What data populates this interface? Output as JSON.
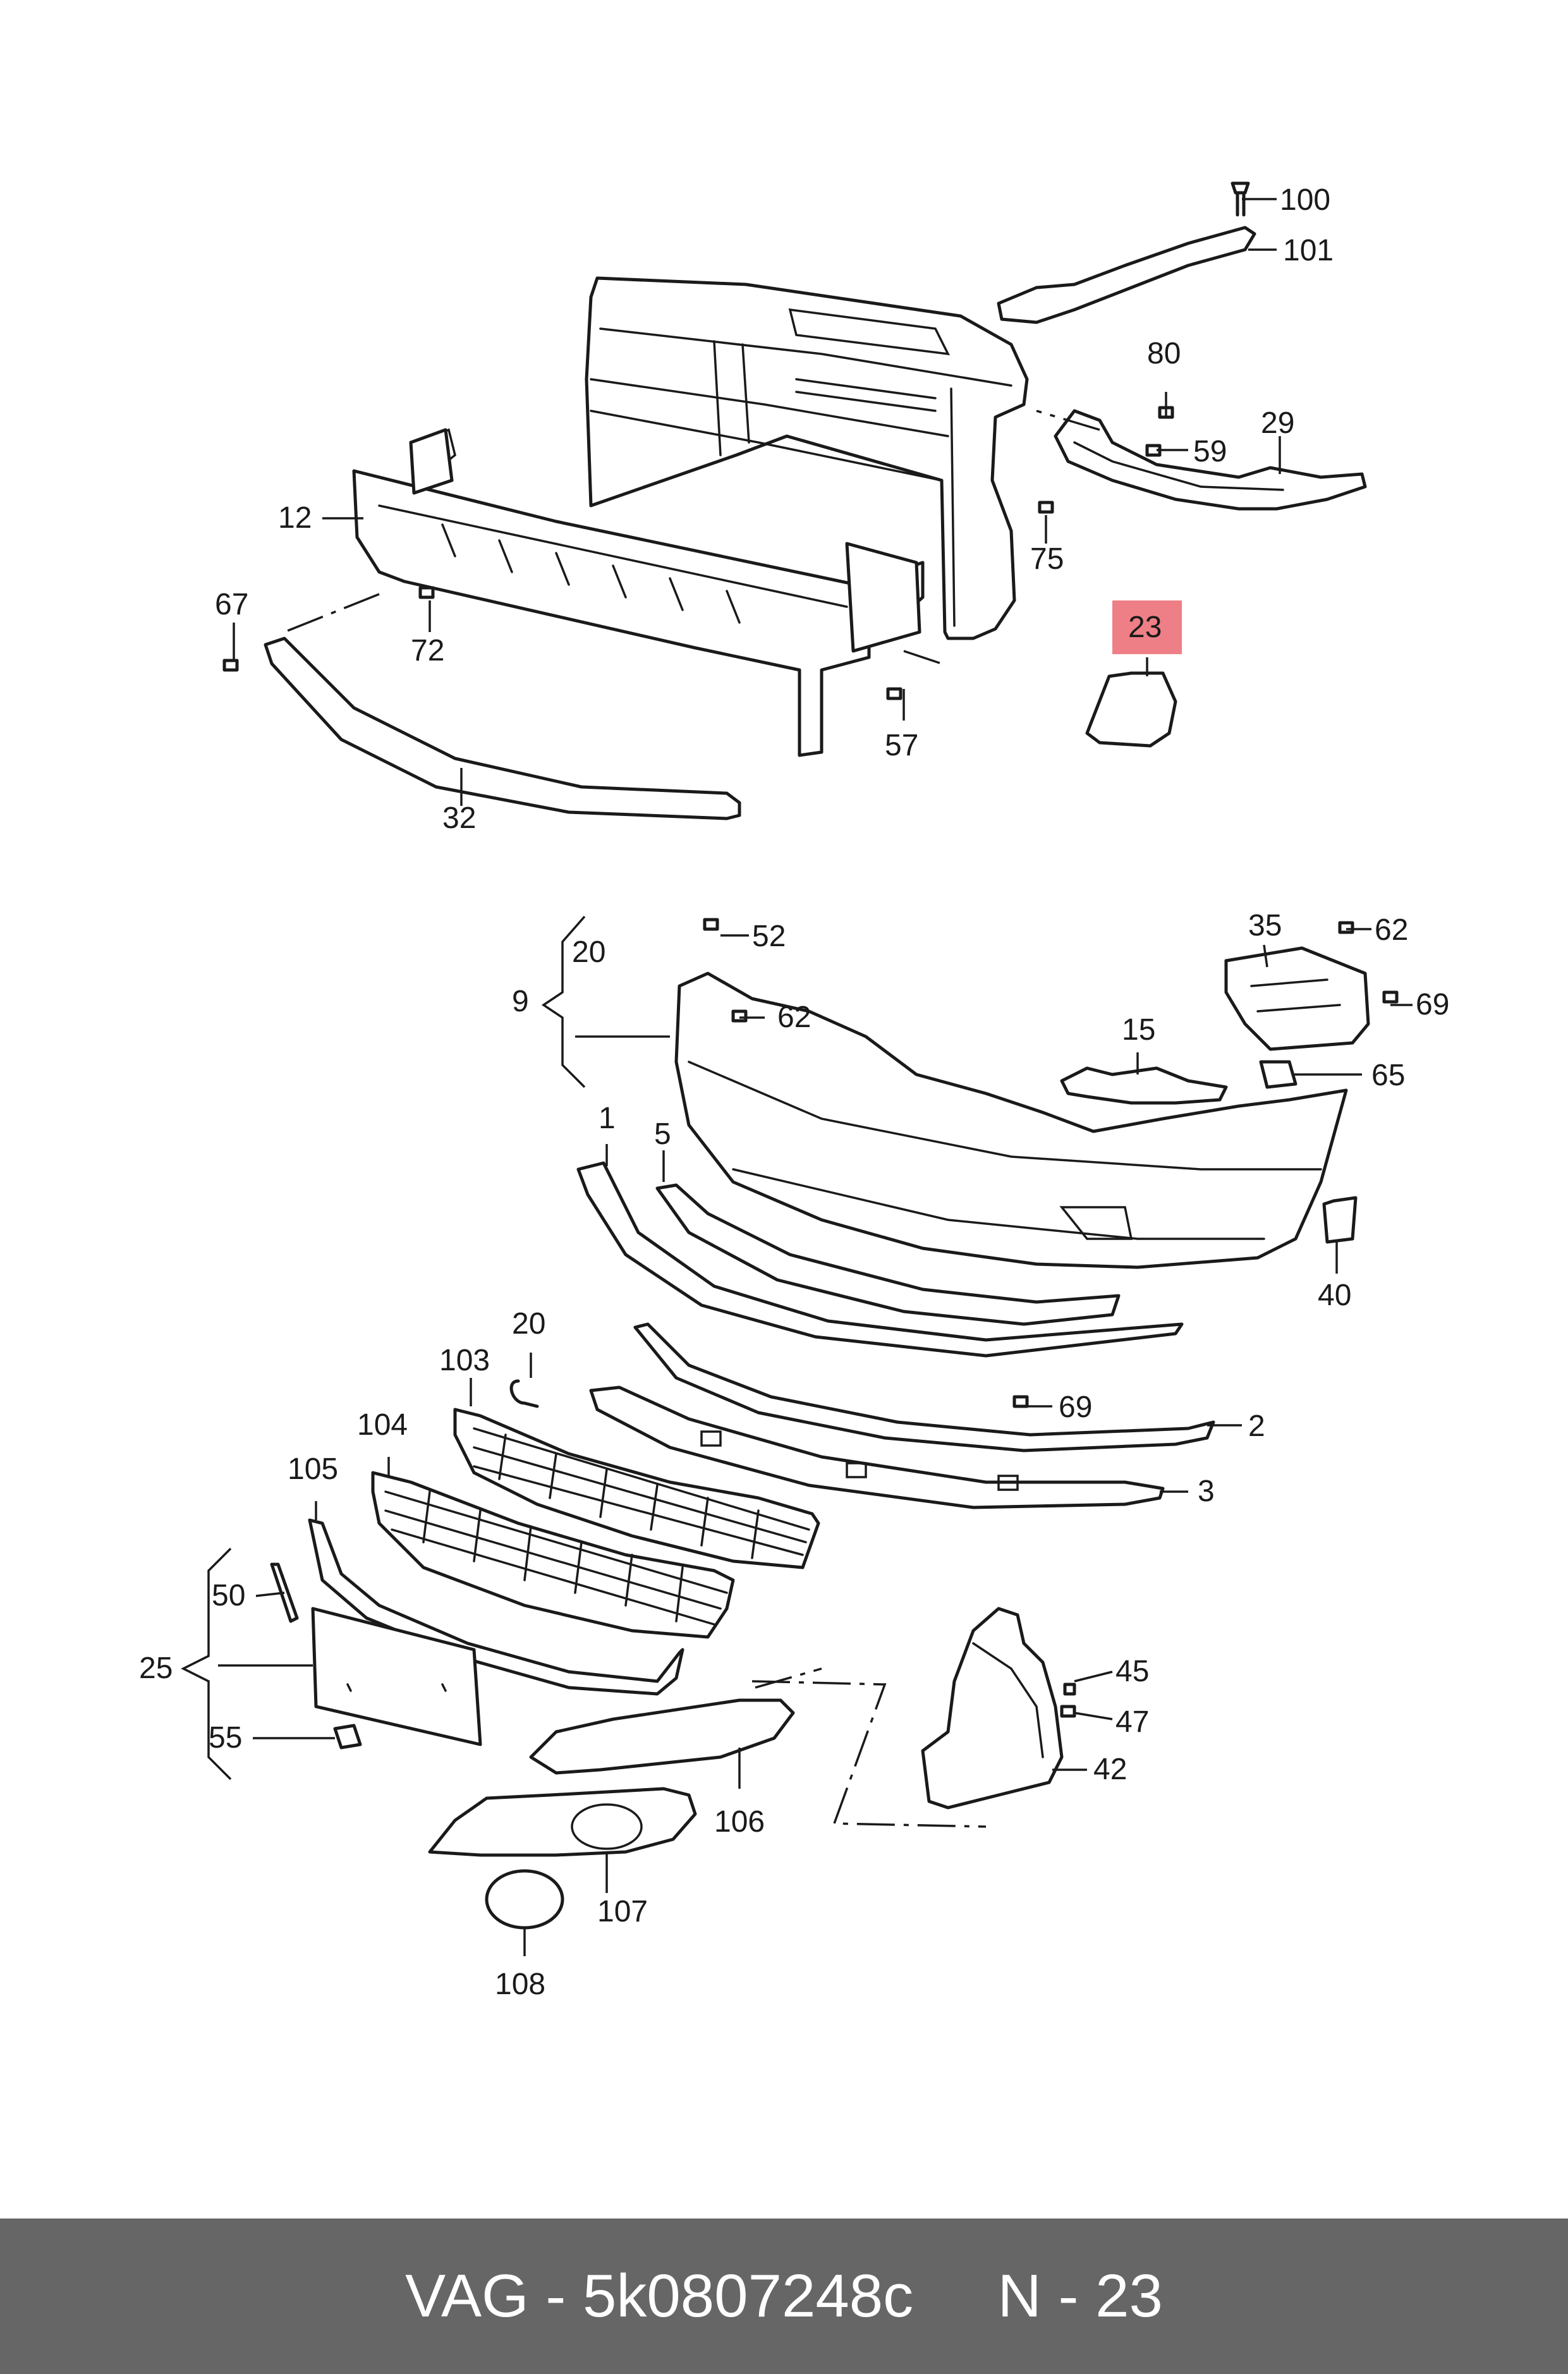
{
  "footer": {
    "brand": "VAG",
    "separator": "-",
    "part_number": "5k0807248c",
    "position_prefix": "N",
    "position_separator": "-",
    "position_number": "23"
  },
  "highlighted_callout": "23",
  "highlight_color": "#ee7f86",
  "footer_background": "#666666",
  "callouts": {
    "c1": "1",
    "c2": "2",
    "c3": "3",
    "c5": "5",
    "c9": "9",
    "c12": "12",
    "c15": "15",
    "c20a": "20",
    "c20b": "20",
    "c23": "23",
    "c25": "25",
    "c29": "29",
    "c32": "32",
    "c35": "35",
    "c40": "40",
    "c42": "42",
    "c45": "45",
    "c47": "47",
    "c50": "50",
    "c52": "52",
    "c55": "55",
    "c57": "57",
    "c59": "59",
    "c62a": "62",
    "c62b": "62",
    "c65": "65",
    "c67": "67",
    "c69a": "69",
    "c69b": "69",
    "c72": "72",
    "c75": "75",
    "c80": "80",
    "c100": "100",
    "c101": "101",
    "c103": "103",
    "c104": "104",
    "c105": "105",
    "c106": "106",
    "c107": "107",
    "c108": "108"
  }
}
